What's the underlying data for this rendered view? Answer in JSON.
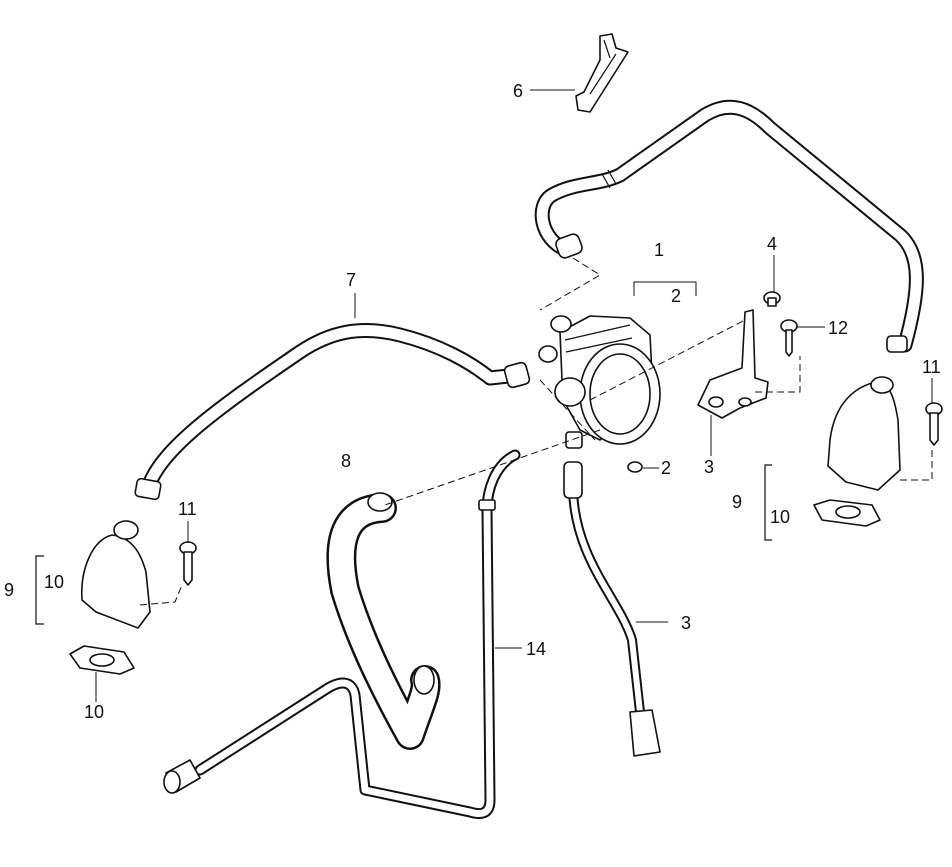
{
  "callouts": {
    "c1": "1",
    "c2_top": "2",
    "c2_low": "2",
    "c3_bracket": "3",
    "c3_hose": "3",
    "c4": "4",
    "c6": "6",
    "c7": "7",
    "c8": "8",
    "c9_left": "9",
    "c9_right": "9",
    "c10_left_upper": "10",
    "c10_left_lower": "10",
    "c10_right": "10",
    "c11_left": "11",
    "c11_right": "11",
    "c12": "12",
    "c14": "14"
  }
}
